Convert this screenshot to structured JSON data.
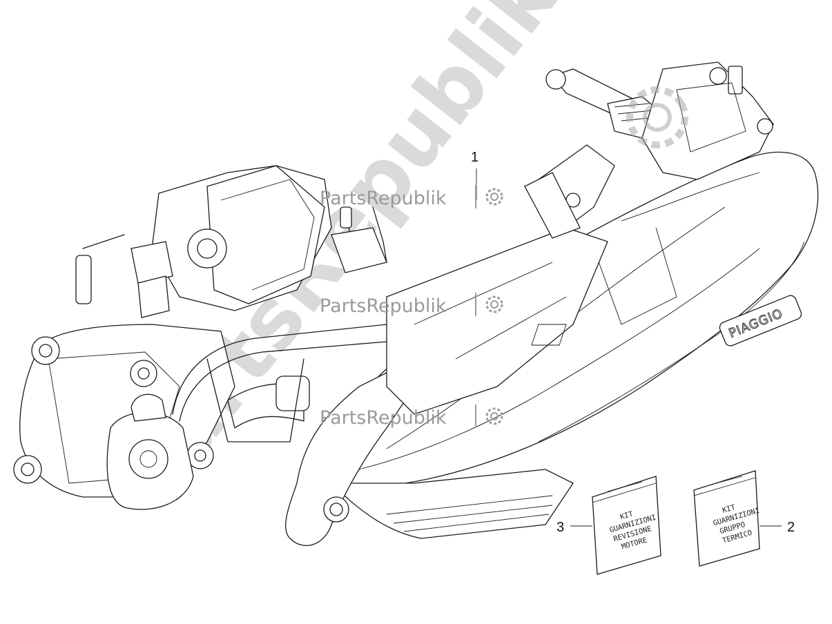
{
  "diagram": {
    "callouts": [
      {
        "id": "1",
        "label": "1"
      },
      {
        "id": "2",
        "label": "2"
      },
      {
        "id": "3",
        "label": "3"
      }
    ],
    "bag_kit_gruppo_termico": [
      "KIT",
      "GUARNIZIONI",
      "GRUPPO",
      "TERMICO"
    ],
    "bag_kit_revisione_motore": [
      "KIT",
      "GUARNIZIONI",
      "REVISIONE",
      "MOTORE"
    ],
    "brand_on_cover": "PIAGGIO",
    "watermark_text": "PartsRepublik",
    "watermark_big": "PartsRepublik",
    "colors": {
      "line": "#1a1a1a",
      "watermark": "#9a9a9a",
      "background": "#ffffff"
    }
  }
}
